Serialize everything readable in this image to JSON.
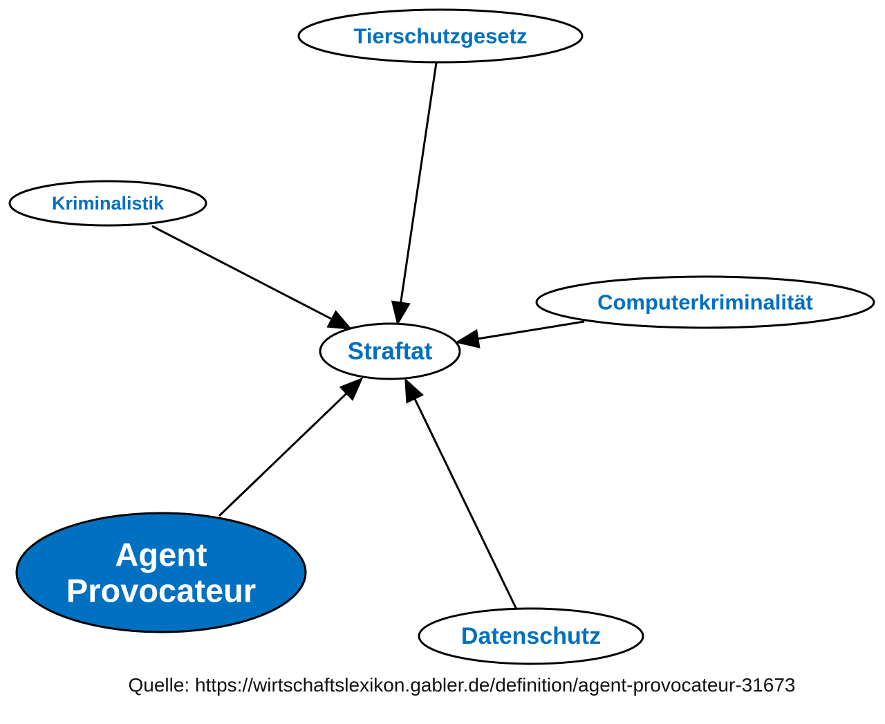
{
  "diagram": {
    "type": "concept-map",
    "colors": {
      "label_blue": "#0070c0",
      "focus_fill": "#0070c0",
      "focus_text": "#ffffff",
      "node_fill": "#ffffff",
      "edge": "#000000"
    },
    "nodes": [
      {
        "id": "tierschutzgesetz",
        "label": [
          "Tierschutzgesetz"
        ],
        "focus": false
      },
      {
        "id": "kriminalistik",
        "label": [
          "Kriminalistik"
        ],
        "focus": false
      },
      {
        "id": "computerkriminalitaet",
        "label": [
          "Computerkriminalität"
        ],
        "focus": false
      },
      {
        "id": "straftat",
        "label": [
          "Straftat"
        ],
        "focus": false
      },
      {
        "id": "agent-provocateur",
        "label": [
          "Agent",
          "Provocateur"
        ],
        "focus": true
      },
      {
        "id": "datenschutz",
        "label": [
          "Datenschutz"
        ],
        "focus": false
      }
    ],
    "edges": [
      {
        "from": "tierschutzgesetz",
        "to": "straftat"
      },
      {
        "from": "kriminalistik",
        "to": "straftat"
      },
      {
        "from": "computerkriminalitaet",
        "to": "straftat"
      },
      {
        "from": "agent-provocateur",
        "to": "straftat"
      },
      {
        "from": "datenschutz",
        "to": "straftat"
      }
    ]
  },
  "source": {
    "text": "Quelle: https://wirtschaftslexikon.gabler.de/definition/agent-provocateur-31673"
  }
}
